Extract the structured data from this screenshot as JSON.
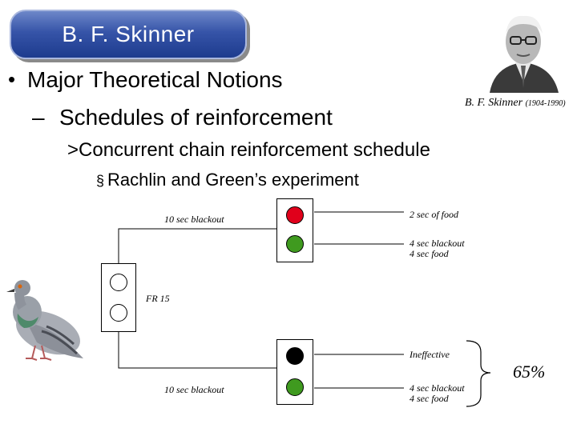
{
  "slide": {
    "title": "B. F. Skinner",
    "bullet_l1": "Major Theoretical Notions",
    "dash": "–",
    "bullet_l2": "Schedules of reinforcement",
    "bullet_l3_mark": ">",
    "bullet_l3": "Concurrent chain reinforcement schedule",
    "bullet_l4_mark": "§",
    "bullet_l4": "Rachlin and Green’s experiment",
    "portrait_caption": "B. F. Skinner",
    "portrait_years": "(1904-1990)"
  },
  "diagram": {
    "top_blackout": "10 sec blackout",
    "top_red_outcome": "2 sec of food",
    "top_green_outcome_1": "4 sec blackout",
    "top_green_outcome_2": "4 sec food",
    "fr_label": "FR 15",
    "bottom_black_outcome": "Ineffective",
    "bottom_blackout": "10 sec blackout",
    "bottom_green_outcome_1": "4 sec blackout",
    "bottom_green_outcome_2": "4 sec food",
    "preference": "65%",
    "colors": {
      "red": "#e0001b",
      "green": "#3f9a1f",
      "black": "#000000",
      "title_blue": "#2a4a9e"
    }
  }
}
